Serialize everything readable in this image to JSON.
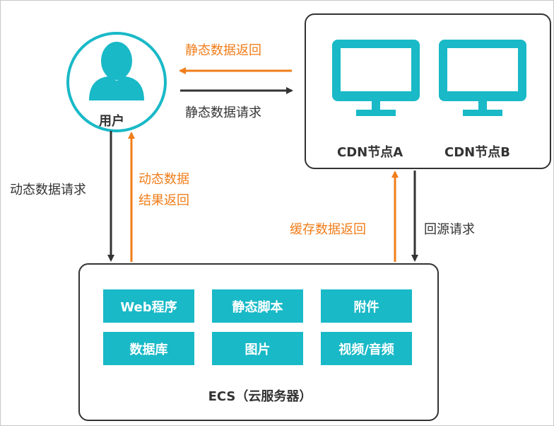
{
  "user": {
    "label": "用户"
  },
  "cdn": {
    "node_a": "CDN节点A",
    "node_b": "CDN节点B"
  },
  "arrows": {
    "static_return": "静态数据返回",
    "static_request": "静态数据请求",
    "dynamic_request": "动态数据请求",
    "dynamic_return_line1": "动态数据",
    "dynamic_return_line2": "结果返回",
    "cache_return": "缓存数据返回",
    "origin_request": "回源请求"
  },
  "ecs": {
    "label": "ECS（云服务器）",
    "tiles": [
      "Web程序",
      "静态脚本",
      "附件",
      "数据库",
      "图片",
      "视频/音频"
    ]
  },
  "colors": {
    "accent": "#19b9c7",
    "orange": "#f07d1a",
    "dark": "#333333"
  }
}
